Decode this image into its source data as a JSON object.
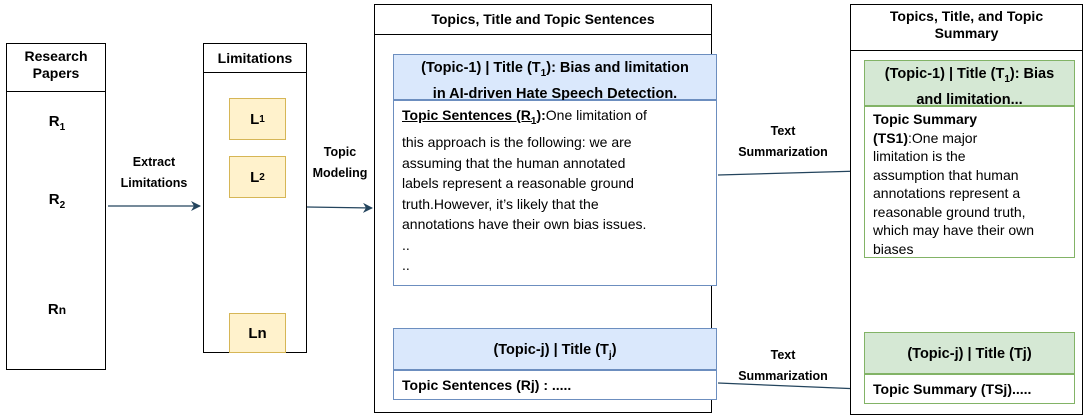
{
  "research_papers": {
    "title_line1": "Research",
    "title_line2": "Papers",
    "docs": [
      {
        "base": "R",
        "sub": "1"
      },
      {
        "base": "R",
        "sub": "2"
      },
      {
        "base": "R",
        "sub": "n"
      }
    ]
  },
  "arrow_labels": {
    "extract_1": "Extract",
    "extract_2": "Limitations",
    "topic_1": "Topic",
    "topic_2": "Modeling",
    "summ_top_1": "Text",
    "summ_top_2": "Summarization",
    "summ_bot_1": "Text",
    "summ_bot_2": "Summarization"
  },
  "limitations": {
    "title": "Limitations",
    "items": [
      {
        "base": "L",
        "sub": "1"
      },
      {
        "base": "L",
        "sub": "2"
      },
      {
        "base": "Ln",
        "sub": ""
      }
    ]
  },
  "topics_panel": {
    "title": "Topics, Title and Topic Sentences",
    "topic1": {
      "head_a": "(Topic-1) | Title (T",
      "head_sub": "1",
      "head_b": "): Bias and limitation",
      "head_line2": "in AI-driven Hate Speech Detection.",
      "label_a": "Topic Sentences (R",
      "label_sub": "1",
      "label_b": "):",
      "lines": [
        "One limitation of",
        "this approach is the following: we are",
        "assuming that the human annotated",
        "labels represent a reasonable ground",
        "truth.However, it’s likely that the",
        "annotations have their own bias issues.",
        "..",
        ".."
      ]
    },
    "topicj": {
      "head_a": "(Topic-j) | Title (T",
      "head_sub": "j",
      "head_b": ")",
      "body": "Topic Sentences (Rj) : ....."
    }
  },
  "summary_panel": {
    "title_line1": "Topics, Title, and Topic",
    "title_line2": "Summary",
    "topic1": {
      "head_a": "(Topic-1) | Title (T",
      "head_sub": "1",
      "head_b": "): Bias",
      "head_line2": "and limitation...",
      "label_line1": "Topic Summary",
      "label_line2": "(TS1)",
      "lines": [
        ":One major",
        "limitation is the",
        "assumption that human",
        "annotations represent a",
        "reasonable ground truth,",
        "which may have their own",
        "biases"
      ]
    },
    "topicj": {
      "head": "(Topic-j) |  Title (Tj)",
      "body": "Topic Summary (TSj)....."
    }
  },
  "colors": {
    "arrow": "#23445d",
    "paper_fill": "#fff2cc",
    "paper_stroke": "#d6b656",
    "blue_fill": "#dae8fc",
    "blue_stroke": "#6c8ebf",
    "green_fill": "#d5e8d4",
    "green_stroke": "#82b366"
  }
}
